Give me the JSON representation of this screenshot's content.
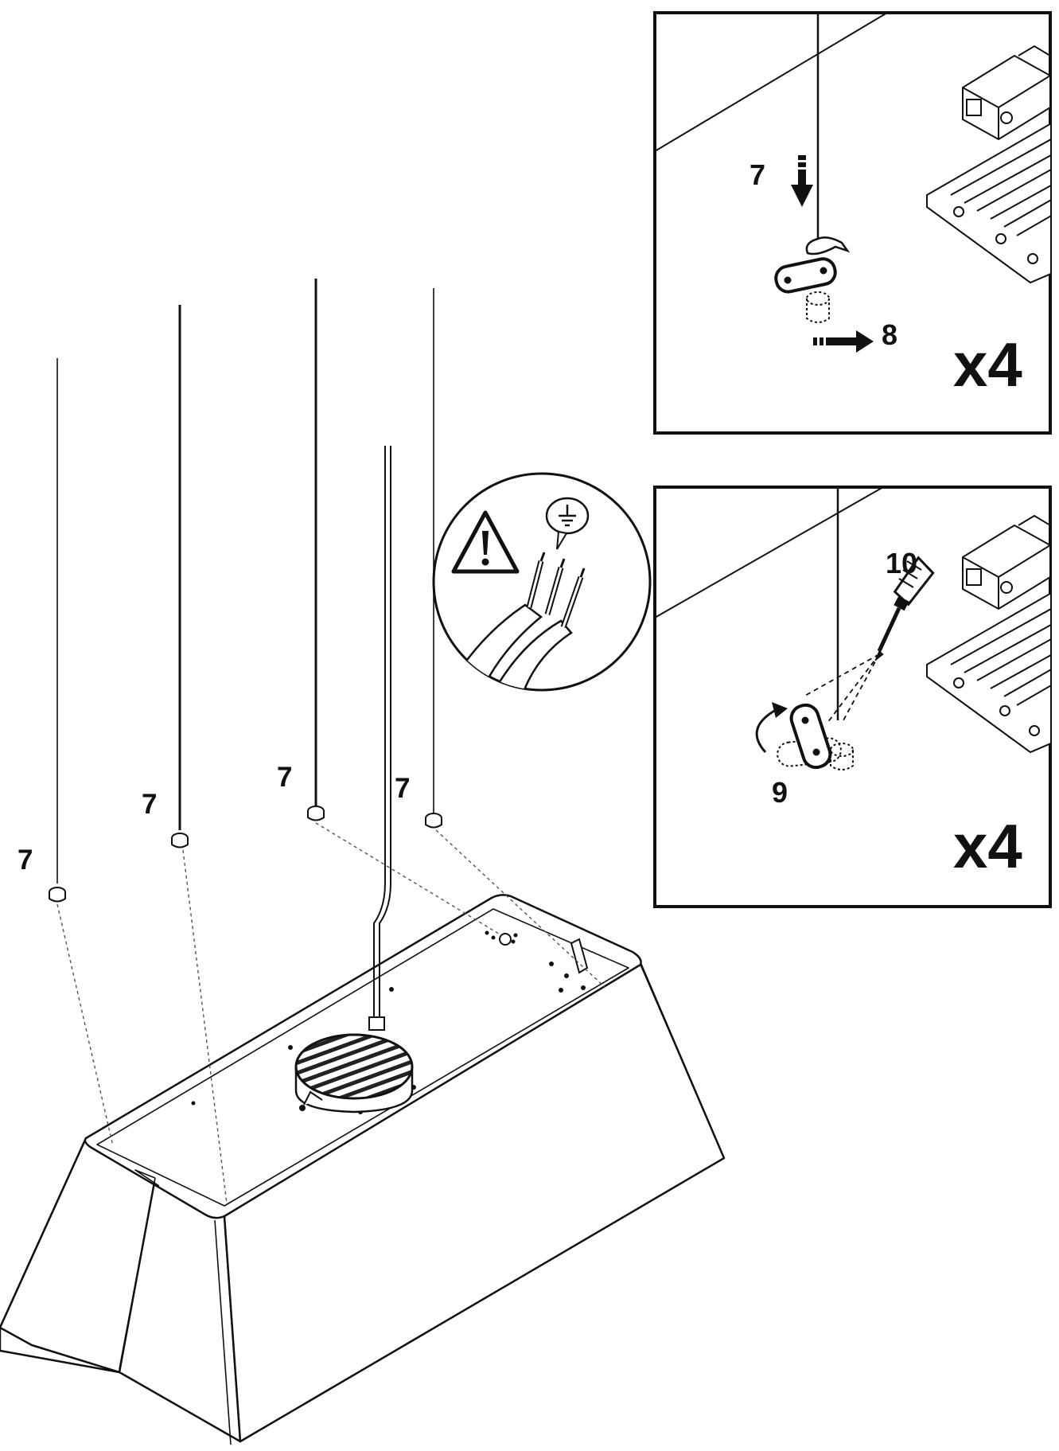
{
  "labels": {
    "wire_1": "7",
    "wire_2": "7",
    "wire_3": "7",
    "wire_4": "7",
    "panel_a_wire": "7",
    "panel_a_slide": "8",
    "panel_a_count": "x4",
    "panel_b_rotate": "9",
    "panel_b_tool": "10",
    "panel_b_count": "x4"
  },
  "icons": {
    "warning": "warning-triangle-icon",
    "ground": "earth-ground-icon",
    "screwdriver": "screwdriver-icon"
  },
  "colors": {
    "ink": "#111111",
    "paper": "#ffffff",
    "shade": "#e9e9e9"
  }
}
